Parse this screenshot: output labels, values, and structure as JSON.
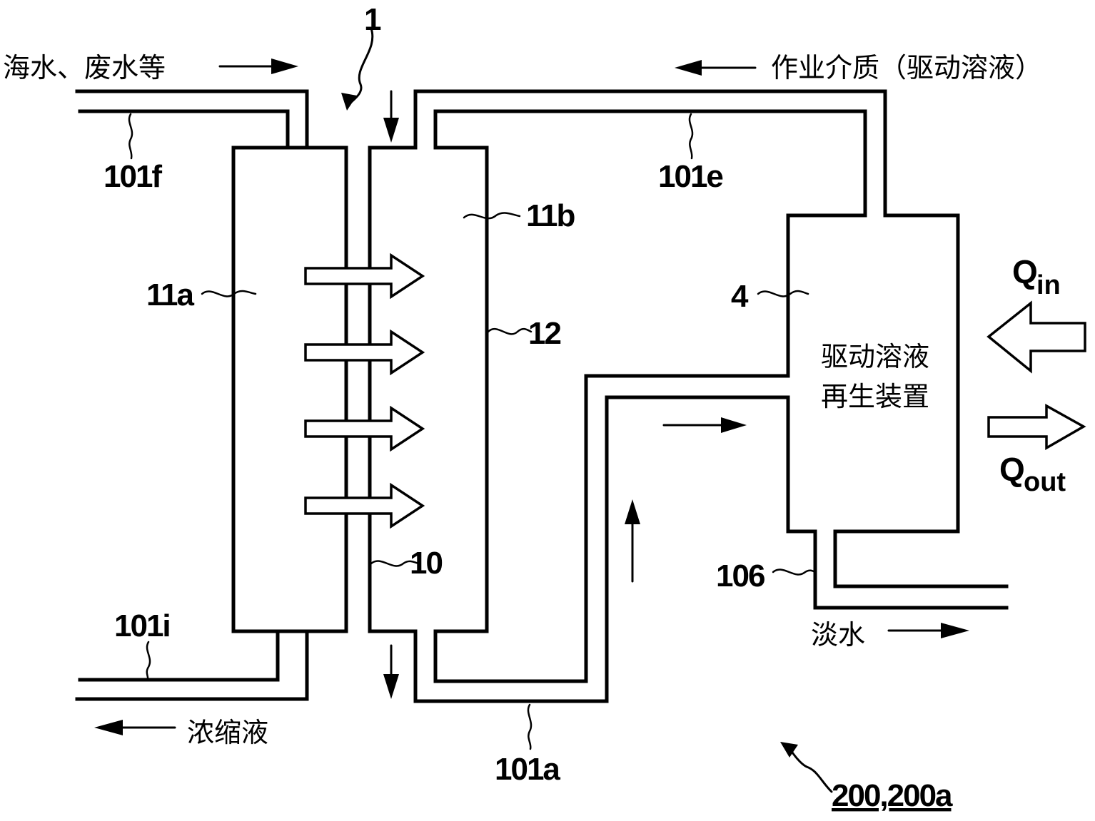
{
  "texts": {
    "feed": "海水、废水等",
    "working_medium": "作业介质（驱动溶液）",
    "concentrate": "浓缩液",
    "fresh_water": "淡水",
    "regen_line1": "驱动溶液",
    "regen_line2": "再生装置"
  },
  "labels": {
    "system_number": "1",
    "pipe_101f": "101f",
    "pipe_101e": "101e",
    "chamber_11b": "11b",
    "chamber_11a": "11a",
    "vessel_12": "12",
    "regenerator_4": "4",
    "membrane_10": "10",
    "pipe_101i": "101i",
    "pipe_106": "106",
    "pipe_101a": "101a",
    "figure_ref": "200,200a"
  },
  "heat": {
    "q_in_main": "Q",
    "q_in_sub": "in",
    "q_out_main": "Q",
    "q_out_sub": "out"
  }
}
